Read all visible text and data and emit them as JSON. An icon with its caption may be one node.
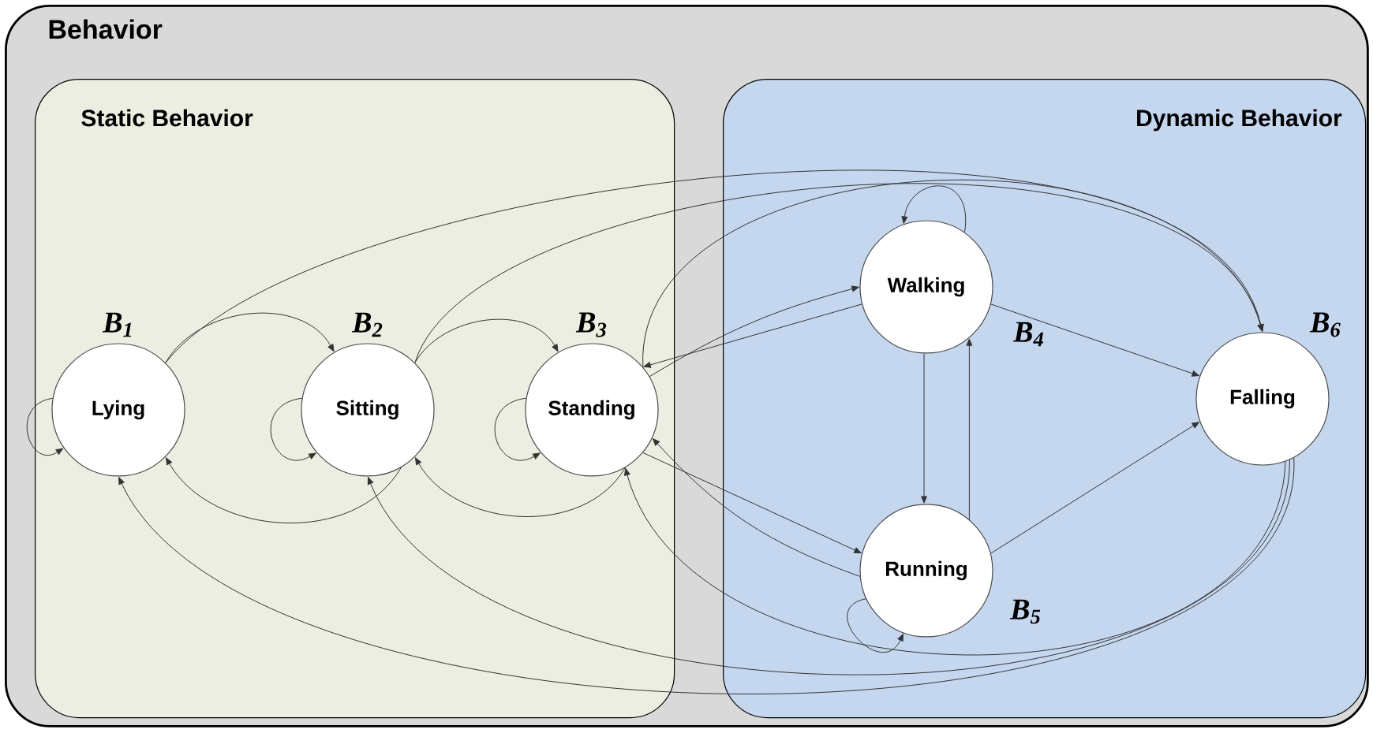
{
  "diagram": {
    "nodes": [
      {
        "text": [
          "Behavior"
        ]
      },
      {
        "text": [
          "Static Behavior"
        ],
        "in": 0
      },
      {
        "text": [
          "Dynamic Behavior"
        ],
        "in": 0
      },
      {
        "text": [
          "Lying"
        ],
        "in": 1,
        "beside": [
          "*B*$_{1}$"
        ]
      },
      {
        "text": [
          "Sitting"
        ],
        "in": 1,
        "beside": [
          "*B*$_{2}$"
        ]
      },
      {
        "text": [
          "Standing"
        ],
        "in": 1,
        "beside": [
          "*B*$_{3}$"
        ]
      },
      {
        "text": [
          "Walking"
        ],
        "in": 2,
        "beside": [
          "*B*$_{4}$"
        ]
      },
      {
        "text": [
          "Running"
        ],
        "in": 2,
        "beside": [
          "*B*$_{5}$"
        ]
      },
      {
        "text": [
          "Falling"
        ],
        "in": 2,
        "beside": [
          "*B*$_{6}$"
        ]
      }
    ],
    "edges": [
      {
        "from": 3,
        "to": 3,
        "arrow": "to"
      },
      {
        "from": 3,
        "to": 4,
        "arrow": "to"
      },
      {
        "from": 4,
        "to": 3,
        "arrow": "to"
      },
      {
        "from": 4,
        "to": 4,
        "arrow": "to"
      },
      {
        "from": 4,
        "to": 5,
        "arrow": "to"
      },
      {
        "from": 5,
        "to": 4,
        "arrow": "to"
      },
      {
        "from": 5,
        "to": 5,
        "arrow": "to"
      },
      {
        "from": 3,
        "to": 8,
        "arrow": "to"
      },
      {
        "from": 4,
        "to": 8,
        "arrow": "to"
      },
      {
        "from": 5,
        "to": 8,
        "arrow": "to"
      },
      {
        "from": 5,
        "to": 6,
        "arrow": "to"
      },
      {
        "from": 6,
        "to": 5,
        "arrow": "to"
      },
      {
        "from": 5,
        "to": 7,
        "arrow": "to"
      },
      {
        "from": 7,
        "to": 5,
        "arrow": "to"
      },
      {
        "from": 6,
        "to": 6,
        "arrow": "to"
      },
      {
        "from": 6,
        "to": 7,
        "arrow": "to"
      },
      {
        "from": 7,
        "to": 6,
        "arrow": "to"
      },
      {
        "from": 7,
        "to": 7,
        "arrow": "to"
      },
      {
        "from": 6,
        "to": 8,
        "arrow": "to"
      },
      {
        "from": 7,
        "to": 8,
        "arrow": "to"
      },
      {
        "from": 8,
        "to": 3,
        "arrow": "to"
      },
      {
        "from": 8,
        "to": 4,
        "arrow": "to"
      },
      {
        "from": 8,
        "to": 5,
        "arrow": "to"
      }
    ]
  }
}
